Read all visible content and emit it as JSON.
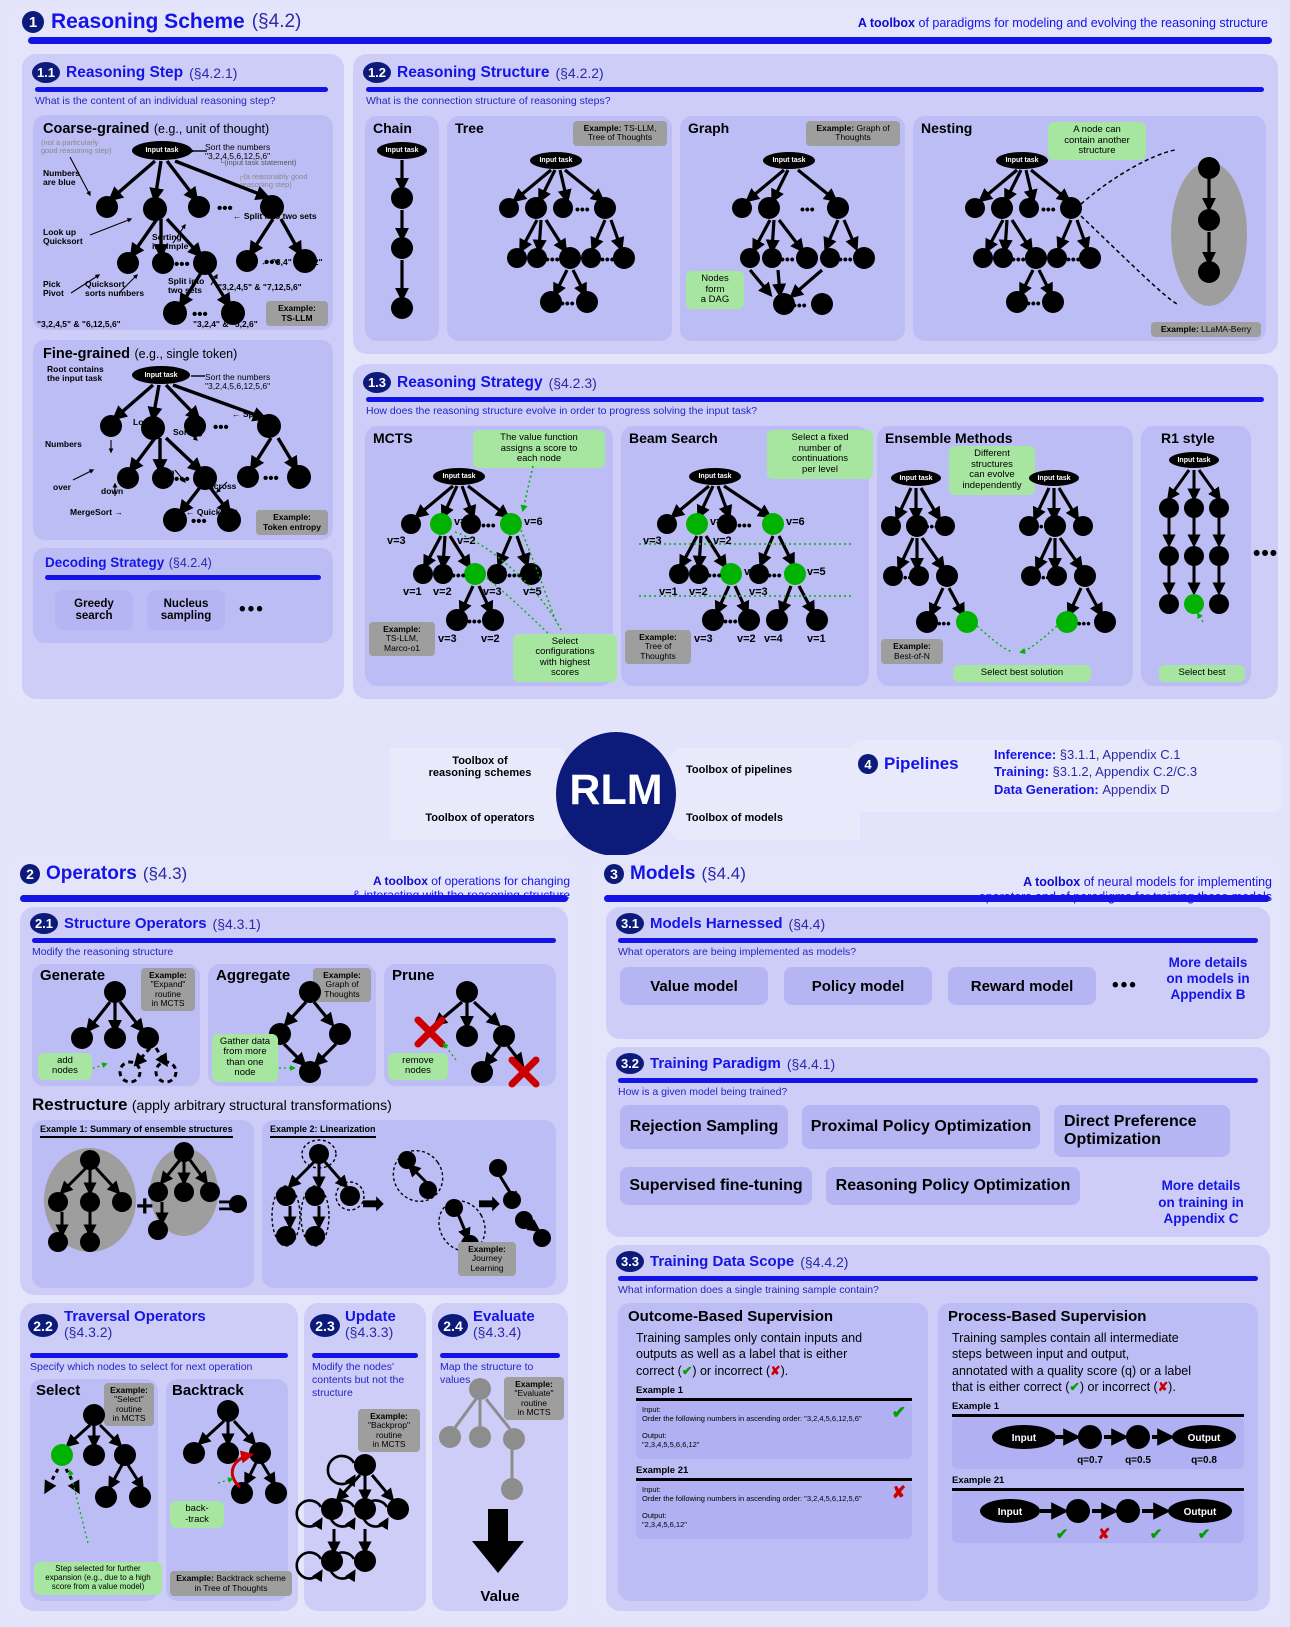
{
  "scheme": {
    "num": "1",
    "title": "Reasoning Scheme",
    "section": "(§4.2)",
    "tagline_bold": "A toolbox",
    "tagline_rest": " of paradigms for modeling and evolving the reasoning structure"
  },
  "step": {
    "num": "1.1",
    "title": "Reasoning Step",
    "section": "(§4.2.1)",
    "question": "What is the content of an individual reasoning step?",
    "coarse": {
      "title": "Coarse-grained",
      "subtitle": "(e.g., unit of thought)",
      "input_task": "Input task",
      "root_label": "Sort the numbers \"3,2,4,5,6,12,5,6\"",
      "root_sub": "(input task statement)",
      "bad_note": "(not a particularly\ngood reasoning step)",
      "good_note": "(a reasonably good\nreasoning step)",
      "labels": [
        "Numbers\nare blue",
        "Look up\nQuicksort",
        "Sorting\nis simple",
        "Split into two sets",
        "Pick\nPivot",
        "Quicksort\nsorts numbers",
        "Split into\ntwo sets",
        "\"3,4\" & \"5,2\"",
        "\"3,2,4,5\" & \"7,12,5,6\"",
        "\"3,2,4,5\" & \"6,12,5,6\"",
        "\"3,2,4\" & \"5,2,6\""
      ],
      "example_label": "Example:",
      "example_value": "TS-LLM"
    },
    "fine": {
      "title": "Fine-grained",
      "subtitle": "(e.g., single token)",
      "input_task": "Input task",
      "root_left": "Root contains\nthe input task",
      "root_right": "Sort the numbers \"3,2,4,5,6,12,5,6\"",
      "labels": [
        "Numbers",
        "Look",
        "Sorting",
        "Split",
        "over",
        "down",
        "up",
        "across",
        "MergeSort",
        "QuickSort"
      ],
      "example_label": "Example:",
      "example_value": "Token entropy"
    },
    "decoding": {
      "title": "Decoding Strategy",
      "section": "(§4.2.4)",
      "options": [
        "Greedy\nsearch",
        "Nucleus\nsampling"
      ],
      "more": "•••"
    }
  },
  "structure": {
    "num": "1.2",
    "title": "Reasoning Structure",
    "section": "(§4.2.2)",
    "question": "What is the connection structure of reasoning steps?",
    "input_task": "Input task",
    "items": [
      {
        "name": "Chain",
        "example_label": "",
        "example_value": "",
        "note": ""
      },
      {
        "name": "Tree",
        "example_label": "Example:",
        "example_value": "TS-LLM,\nTree of Thoughts",
        "note": ""
      },
      {
        "name": "Graph",
        "example_label": "Example:",
        "example_value": "Graph of Thoughts",
        "note": "Nodes\nform\na DAG"
      },
      {
        "name": "Nesting",
        "example_label": "Example:",
        "example_value": "LLaMA-Berry",
        "note": "A node can\ncontain another\nstructure"
      }
    ]
  },
  "strategy": {
    "num": "1.3",
    "title": "Reasoning Strategy",
    "section": "(§4.2.3)",
    "question": "How does the reasoning structure evolve in order to progress solving the input task?",
    "input_task": "Input task",
    "mcts": {
      "title": "MCTS",
      "note_top": "The value function\nassigns a score to\neach node",
      "note_bottom": "Select\nconfigurations\nwith highest\nscores",
      "example_label": "Example:",
      "example_value": "TS-LLM,\nMarco-o1",
      "values": [
        "v=3",
        "v=9",
        "v=2",
        "v=6",
        "v=1",
        "v=2",
        "v=8",
        "v=3",
        "v=5",
        "v=3",
        "v=2"
      ]
    },
    "beam": {
      "title": "Beam Search",
      "note_top": "Select a fixed\nnumber of\ncontinuations\nper level",
      "example_label": "Example:",
      "example_value": "Tree of\nThoughts",
      "values": [
        "v=3",
        "v=9",
        "v=2",
        "v=6",
        "v=1",
        "v=2",
        "v=8",
        "v=3",
        "v=5",
        "v=3",
        "v=2",
        "v=4",
        "v=1"
      ]
    },
    "ensemble": {
      "title": "Ensemble Methods",
      "note_top": "Different\nstructures\ncan evolve\nindependently",
      "note_bottom": "Select best solution",
      "example_label": "Example:",
      "example_value": "Best-of-N"
    },
    "r1": {
      "title": "R1 style",
      "note_bottom": "Select best",
      "more": "•••"
    }
  },
  "hub": {
    "center": "RLM",
    "left_top": "Toolbox of\nreasoning schemes",
    "left_bottom": "Toolbox of operators",
    "right_top": "Toolbox of pipelines",
    "right_bottom": "Toolbox of models"
  },
  "pipelines": {
    "num": "4",
    "title": "Pipelines",
    "lines": [
      {
        "bold": "Inference",
        ": ": ": ",
        "rest": "§3.1.1, Appendix C.1"
      },
      {
        "bold": "Training",
        "rest": "§3.1.2, Appendix C.2/C.3"
      },
      {
        "bold": "Data Generation",
        "rest": "Appendix D"
      }
    ]
  },
  "operators": {
    "num": "2",
    "title": "Operators",
    "section": "(§4.3)",
    "tagline_bold": "A toolbox",
    "tagline_rest": " of operations for changing\n& interacting with the reasoning structure",
    "structure_ops": {
      "num": "2.1",
      "title": "Structure Operators",
      "section": "(§4.3.1)",
      "question": "Modify the reasoning structure",
      "generate": {
        "title": "Generate",
        "example_label": "Example:",
        "example_value": "\"Expand\"\nroutine\nin MCTS",
        "note": "add\nnodes"
      },
      "aggregate": {
        "title": "Aggregate",
        "example_label": "Example:",
        "example_value": "Graph of\nThoughts",
        "note": "Gather data\nfrom more\nthan one\nnode"
      },
      "prune": {
        "title": "Prune",
        "example_label": "",
        "example_value": "",
        "note": "remove\nnodes"
      },
      "restructure": {
        "title": "Restructure",
        "subtitle": "(apply arbitrary structural transformations)",
        "ex1": "Example 1: Summary of ensemble structures",
        "ex2": "Example 2: Linearization",
        "example_label": "Example:",
        "example_value": "Journey\nLearning"
      }
    },
    "traversal": {
      "num": "2.2",
      "title": "Traversal Operators",
      "section": "(§4.3.2)",
      "question": "Specify which nodes to select for next operation",
      "select": {
        "title": "Select",
        "example_label": "Example:",
        "example_value": "\"Select\"\nroutine\nin MCTS",
        "note": "Step selected for further\nexpansion (e.g., due to a high\nscore from a value model)"
      },
      "backtrack": {
        "title": "Backtrack",
        "note": "back-\n-track",
        "example_label": "Example:",
        "example_value": "Backtrack\nscheme in Tree\nof Thoughts"
      }
    },
    "update": {
      "num": "2.3",
      "title": "Update",
      "section": "(§4.3.3)",
      "question": "Modify the nodes' contents but not the structure",
      "example_label": "Example:",
      "example_value": "\"Backprop\"\nroutine\nin MCTS"
    },
    "evaluate": {
      "num": "2.4",
      "title": "Evaluate",
      "section": "(§4.3.4)",
      "question": "Map the structure to values",
      "example_label": "Example:",
      "example_value": "\"Evaluate\"\nroutine\nin MCTS",
      "output": "Value"
    }
  },
  "models": {
    "num": "3",
    "title": "Models",
    "section": "(§4.4)",
    "tagline_bold": "A toolbox",
    "tagline_rest": " of neural models for implementing\noperators and of paradigms for training these models",
    "harnessed": {
      "num": "3.1",
      "title": "Models Harnessed",
      "section": "(§4.4)",
      "question": "What operators are being implemented as models?",
      "items": [
        "Value model",
        "Policy model",
        "Reward model"
      ],
      "more": "•••",
      "side_note": "More details\non models in\nAppendix B"
    },
    "training": {
      "num": "3.2",
      "title": "Training Paradigm",
      "section": "(§4.4.1)",
      "question": "How is a given model being trained?",
      "items": [
        "Rejection Sampling",
        "Proximal Policy Optimization",
        "Direct Preference\nOptimization",
        "Supervised fine-tuning",
        "Reasoning Policy Optimization"
      ],
      "side_note": "More details\non training in\nAppendix C"
    },
    "data_scope": {
      "num": "3.3",
      "title": "Training Data Scope",
      "section": "(§4.4.2)",
      "question": "What information does a single training sample contain?",
      "outcome": {
        "title": "Outcome-Based Supervision",
        "desc_a": "Training samples only contain inputs and",
        "desc_b": "outputs as well as a label that is either",
        "desc_c1": "correct (",
        "desc_c2": ") or incorrect (",
        "desc_c3": ").",
        "ex1_label": "Example 1",
        "ex1_input_head": "Input:",
        "ex1_input": "Order the following numbers in ascending order: \"3,2,4,5,6,12,5,6\"",
        "ex1_output_head": "Output:",
        "ex1_output": "\"2,3,4,5,5,6,6,12\"",
        "ex2_label": "Example 21",
        "ex2_input_head": "Input:",
        "ex2_input": "Order the following numbers in ascending order: \"3,2,4,5,6,12,5,6\"",
        "ex2_output_head": "Output:",
        "ex2_output": "\"2,3,4,5,6,12\""
      },
      "process": {
        "title": "Process-Based Supervision",
        "desc_a": "Training samples contain all intermediate",
        "desc_b": "steps between input and output,",
        "desc_c": "annotated with a quality score (q) or a label",
        "desc_d1": "that is either correct (",
        "desc_d2": ") or incorrect (",
        "desc_d3": ").",
        "ex1_label": "Example 1",
        "ex2_label": "Example 21",
        "node_input": "Input",
        "node_output": "Output",
        "qs": [
          "q=0.7",
          "q=0.5",
          "q=0.8"
        ]
      }
    }
  },
  "colors": {
    "blue": "#1414e6",
    "navy": "#0c1a7a",
    "green": "#00b300",
    "red": "#cc0000",
    "grey": "#9e9e9e",
    "lav": "#cdcdf8"
  }
}
